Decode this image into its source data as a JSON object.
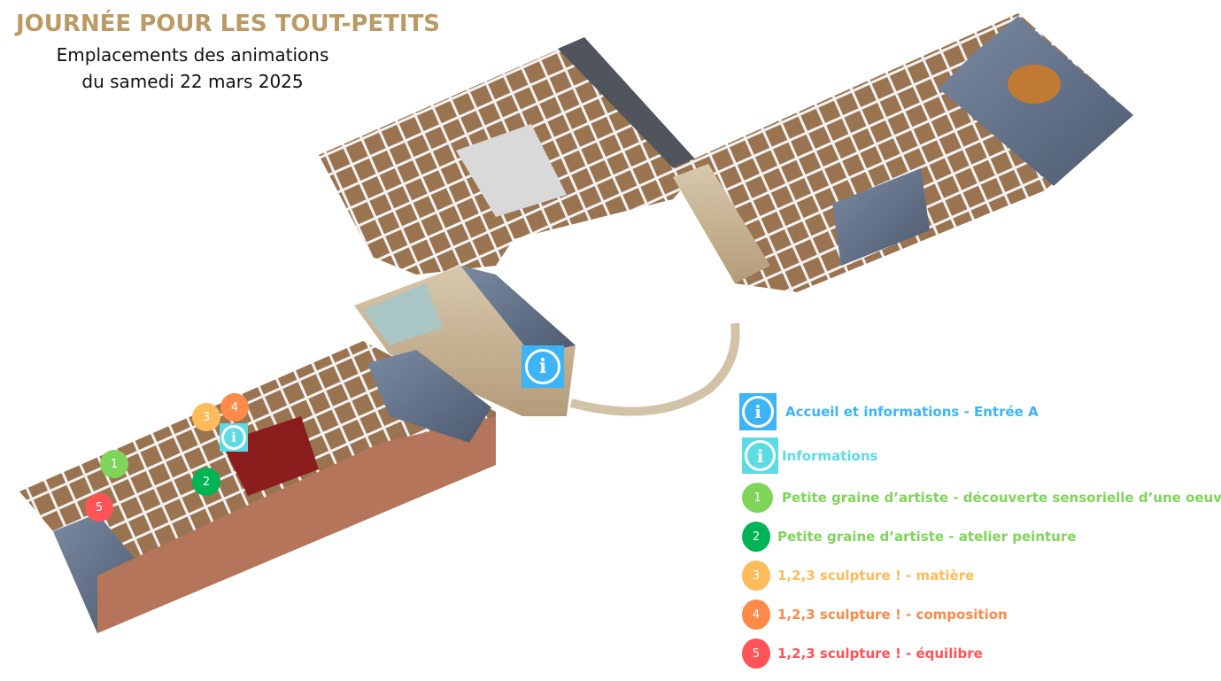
{
  "header": {
    "title": "JOURNÉE POUR LES TOUT-PETITS",
    "subtitle_line1": "Emplacements des animations",
    "subtitle_line2": "du samedi 22 mars 2025"
  },
  "colors": {
    "title": "#bb9a63",
    "info_main": "#3cb4f6",
    "info_secondary": "#5ddbe4",
    "m1": "#7fd55a",
    "m2": "#00b354",
    "m3": "#fdbb5a",
    "m4": "#fd8a48",
    "m5": "#ff5457"
  },
  "legend": {
    "info_main_label": "Accueil et informations - Entrée A",
    "info_secondary_label": "Informations",
    "items": [
      {
        "number": "1",
        "label": "Petite graine d’artiste - découverte sensorielle d’une oeuvre",
        "color": "#7fd55a",
        "text_color": "#7fd55a"
      },
      {
        "number": "2",
        "label": "Petite graine d’artiste - atelier peinture",
        "color": "#00b354",
        "text_color": "#7fd55a"
      },
      {
        "number": "3",
        "label": "1,2,3 sculpture ! - matière",
        "color": "#fdbb5a",
        "text_color": "#fdbb5a"
      },
      {
        "number": "4",
        "label": "1,2,3 sculpture ! - composition",
        "color": "#fd8a48",
        "text_color": "#fd8a48"
      },
      {
        "number": "5",
        "label": "1,2,3 sculpture ! - équilibre",
        "color": "#ff5457",
        "text_color": "#ff5457"
      }
    ]
  },
  "map_markers": [
    "1",
    "2",
    "3",
    "4",
    "5"
  ],
  "info_glyph": "i"
}
